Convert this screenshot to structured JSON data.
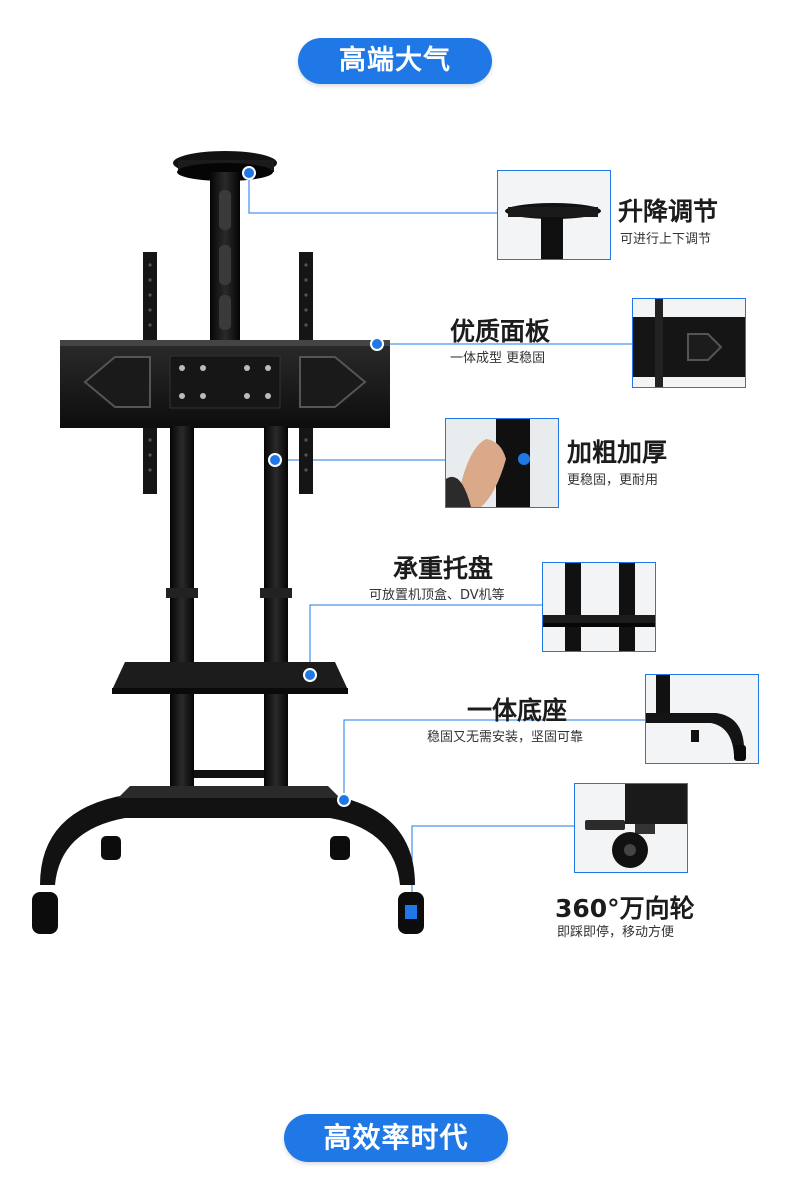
{
  "banners": {
    "top": "高端大气",
    "bottom": "高效率时代"
  },
  "features": [
    {
      "title": "升降调节",
      "subtitle": "可进行上下调节",
      "icon": "camera-tray-thumbnail"
    },
    {
      "title": "优质面板",
      "subtitle": "一体成型 更稳固",
      "icon": "mount-panel-thumbnail"
    },
    {
      "title": "加粗加厚",
      "subtitle": "更稳固，更耐用",
      "icon": "hand-grip-thumbnail"
    },
    {
      "title": "承重托盘",
      "subtitle": "可放置机顶盒、DV机等",
      "icon": "tray-thumbnail"
    },
    {
      "title": "一体底座",
      "subtitle": "稳固又无需安装，坚固可靠",
      "icon": "base-thumbnail"
    },
    {
      "title": "360°万向轮",
      "subtitle": "即踩即停，移动方便",
      "icon": "caster-wheel-thumbnail"
    }
  ],
  "colors": {
    "accent": "#1f78e6",
    "product": "#111111"
  }
}
